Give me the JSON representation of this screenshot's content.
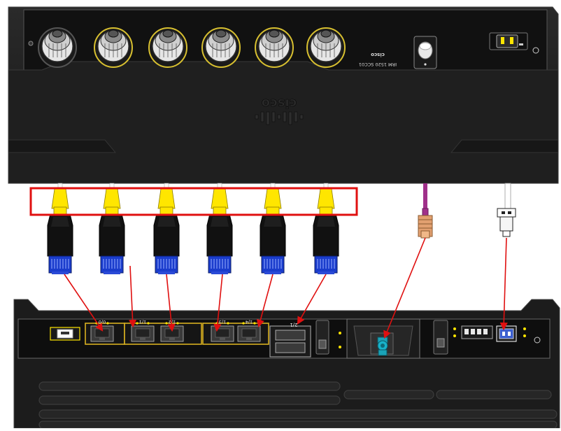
{
  "top_unit": {
    "brand_logo": "cisco-logo",
    "panel_logo": "cisco-logo",
    "panel_text_brand": "cisco",
    "panel_text_model": "IRM 1520 SCC01",
    "power_connector_label": "power-connector",
    "antenna_label": "coax-antenna-port"
  },
  "bottom_unit": {
    "port_labels": [
      "0/0",
      "1/1",
      "1/2",
      "1/3",
      "1/4",
      "2/1"
    ],
    "sfp_label": "2/1"
  },
  "highlight": {
    "color": "#e01010",
    "description": "rj45-cable-boots"
  },
  "colors": {
    "chassis": "#1c1c1c",
    "chassis_edge": "#3a3a3a",
    "boot_yellow": "#ffe600",
    "connector_blue": "#1a3ccc",
    "port_frame": "#d8b020",
    "coax_purple": "#a0308a",
    "arrow_red": "#e01010",
    "sfp_gray": "#9a9a9a",
    "teal_connector": "#1aa3b8"
  }
}
